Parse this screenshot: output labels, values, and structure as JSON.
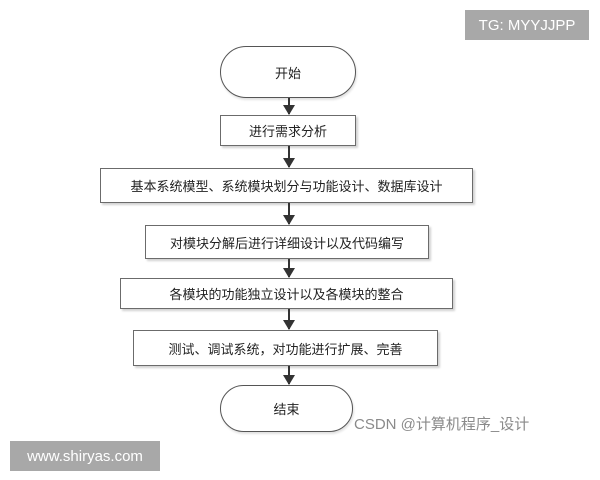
{
  "flowchart": {
    "start": "开始",
    "steps": [
      "进行需求分析",
      "基本系统模型、系统模块划分与功能设计、数据库设计",
      "对模块分解后进行详细设计以及代码编写",
      "各模块的功能独立设计以及各模块的整合",
      "测试、调试系统，对功能进行扩展、完善"
    ],
    "end": "结束"
  },
  "watermarks": {
    "top_right": "TG: MYYJJPP",
    "csdn": "CSDN @计算机程序_设计",
    "bottom_left": "www.shiryas.com"
  }
}
